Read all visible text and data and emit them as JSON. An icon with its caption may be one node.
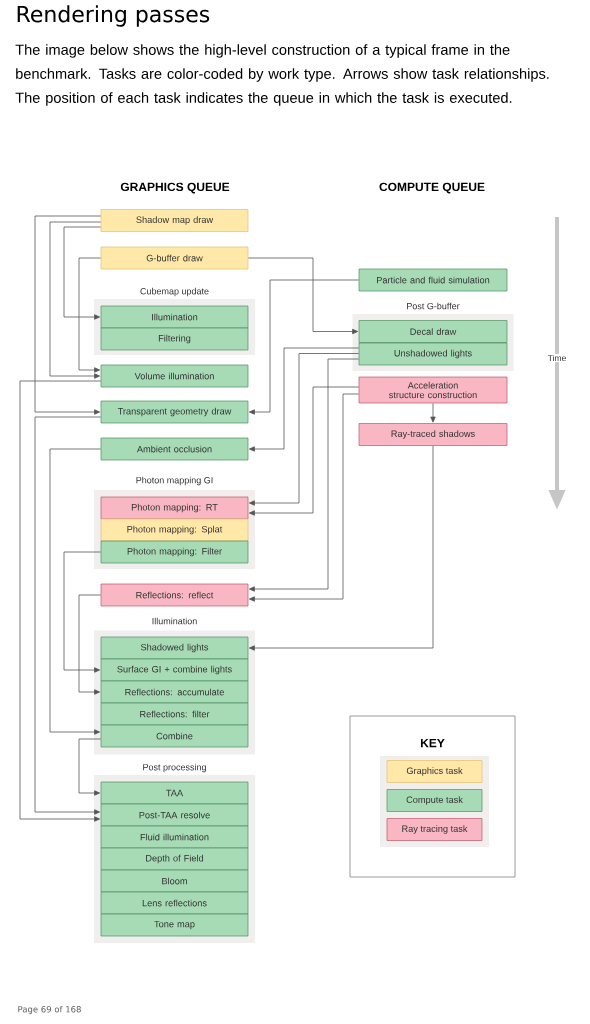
{
  "diagram": {
    "title": "Rendering passes",
    "nodes": [
      {
        "text": [
          "Shadow map draw"
        ]
      },
      {
        "text": [
          "G-buffer draw"
        ]
      },
      {
        "text": [
          "Cubemap update"
        ]
      },
      {
        "text": [
          "Illumination"
        ],
        "in": 2
      },
      {
        "text": [
          "Filtering"
        ],
        "in": 2
      },
      {
        "text": [
          "Particle and fluid simulation"
        ]
      },
      {
        "text": [
          "Post G-buffer"
        ]
      },
      {
        "text": [
          "Decal draw"
        ],
        "in": 6
      },
      {
        "text": [
          "Unshadowed lights"
        ],
        "in": 6
      },
      {
        "text": [
          "Volume illumination"
        ]
      },
      {
        "text": [
          "Acceleration structure construction"
        ]
      },
      {
        "text": [
          "Transparent geometry draw"
        ]
      },
      {
        "text": [
          "Ray-traced shadows"
        ]
      },
      {
        "text": [
          "Ambient occlusion"
        ]
      },
      {
        "text": [
          "Photon mapping GI"
        ]
      },
      {
        "text": [
          "Photon mapping: RT"
        ],
        "in": 14
      },
      {
        "text": [
          "Photon mapping: Splat"
        ],
        "in": 14
      },
      {
        "text": [
          "Photon mapping: Filter"
        ],
        "in": 14
      },
      {
        "text": [
          "Reflections: reflect"
        ]
      },
      {
        "text": [
          "Illumination"
        ]
      },
      {
        "text": [
          "Shadowed lights"
        ],
        "in": 19
      },
      {
        "text": [
          "Surface GI + combine lights"
        ],
        "in": 19
      },
      {
        "text": [
          "Reflections: accumulate"
        ],
        "in": 19
      },
      {
        "text": [
          "Reflections: filter"
        ],
        "in": 19
      },
      {
        "text": [
          "Combine"
        ],
        "in": 19
      },
      {
        "text": [
          "Post processing"
        ]
      },
      {
        "text": [
          "TAA"
        ],
        "in": 25
      },
      {
        "text": [
          "Post-TAA resolve"
        ],
        "in": 25
      },
      {
        "text": [
          "Fluid illumination"
        ],
        "in": 25
      },
      {
        "text": [
          "Depth of Field"
        ],
        "in": 25
      },
      {
        "text": [
          "Bloom"
        ],
        "in": 25
      },
      {
        "text": [
          "Lens reflections"
        ],
        "in": 25
      },
      {
        "text": [
          "Tone map"
        ],
        "in": 25
      }
    ],
    "edges": [
      {
        "from": 0,
        "to": 3,
        "arrow": "to"
      },
      {
        "from": 0,
        "to": 9,
        "arrow": "to"
      },
      {
        "from": 0,
        "to": 11,
        "arrow": "to"
      },
      {
        "from": 1,
        "to": 9,
        "arrow": "to"
      },
      {
        "from": 1,
        "to": 7,
        "arrow": "to"
      },
      {
        "from": 5,
        "to": 11,
        "arrow": "to"
      },
      {
        "from": 8,
        "to": 13,
        "arrow": "to"
      },
      {
        "from": 8,
        "to": 15,
        "arrow": "to"
      },
      {
        "from": 8,
        "to": 18,
        "arrow": "to"
      },
      {
        "from": 10,
        "to": 15,
        "arrow": "to"
      },
      {
        "from": 10,
        "to": 18,
        "arrow": "to"
      },
      {
        "from": 10,
        "to": 12,
        "arrow": "to"
      },
      {
        "from": 12,
        "to": 20,
        "arrow": "to"
      },
      {
        "from": 9,
        "to": 27,
        "arrow": "to"
      },
      {
        "from": 11,
        "to": 27,
        "arrow": "to"
      },
      {
        "from": 13,
        "to": 24,
        "arrow": "to"
      },
      {
        "from": 17,
        "to": 21,
        "arrow": "to"
      },
      {
        "from": 18,
        "to": 22,
        "arrow": "to"
      },
      {
        "from": 24,
        "to": 26,
        "arrow": "to"
      }
    ],
    "labels": [
      "The image below shows the high-level construction of a typical frame in the benchmark. Tasks are color-coded by work type. Arrows show task relationships. The position of each task indicates the queue in which the task is executed.",
      "GRAPHICS QUEUE",
      "COMPUTE QUEUE",
      "Time",
      "KEY",
      "Page 69 of 168"
    ],
    "legend": [
      {
        "text": "Graphics task",
        "color": "#ffe8a8"
      },
      {
        "text": "Compute task",
        "color": "#a6dbb5"
      },
      {
        "text": "Ray tracing task",
        "color": "#f8b7c3"
      }
    ]
  }
}
